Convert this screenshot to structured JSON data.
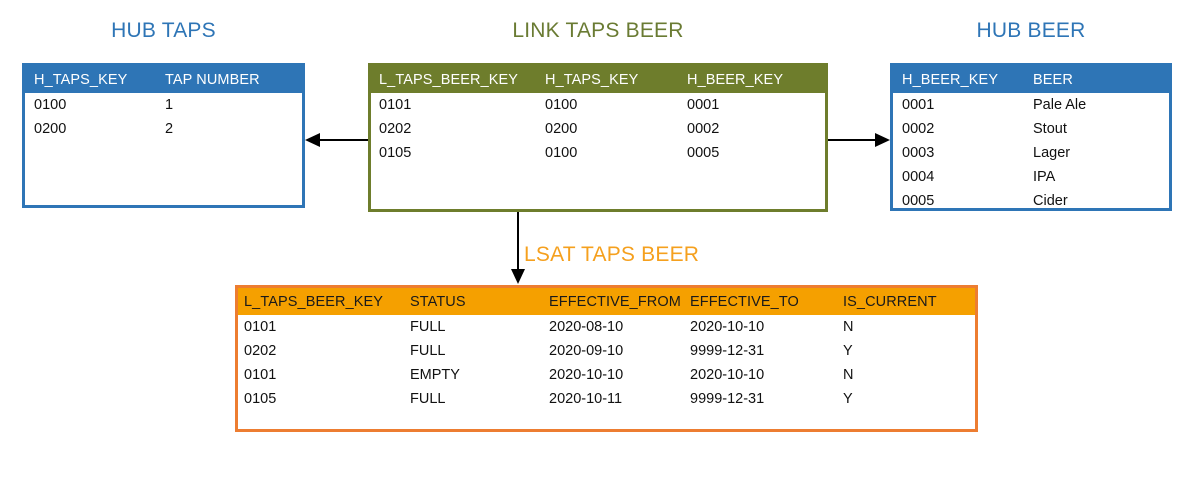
{
  "diagram": {
    "type": "data-vault-model",
    "entities": [
      {
        "id": "hub-taps",
        "title": "HUB TAPS",
        "kind": "hub",
        "accent": "#2E75B6",
        "columns": [
          "H_TAPS_KEY",
          "TAP NUMBER"
        ],
        "rows": [
          [
            "0100",
            "1"
          ],
          [
            "0200",
            "2"
          ]
        ]
      },
      {
        "id": "link-taps-beer",
        "title": "LINK TAPS BEER",
        "kind": "link",
        "accent": "#6E7D2C",
        "columns": [
          "L_TAPS_BEER_KEY",
          "H_TAPS_KEY",
          "H_BEER_KEY"
        ],
        "rows": [
          [
            "0101",
            "0100",
            "0001"
          ],
          [
            "0202",
            "0200",
            "0002"
          ],
          [
            "0105",
            "0100",
            "0005"
          ]
        ]
      },
      {
        "id": "hub-beer",
        "title": "HUB BEER",
        "kind": "hub",
        "accent": "#2E75B6",
        "columns": [
          "H_BEER_KEY",
          "BEER"
        ],
        "rows": [
          [
            "0001",
            "Pale Ale"
          ],
          [
            "0002",
            "Stout"
          ],
          [
            "0003",
            "Lager"
          ],
          [
            "0004",
            "IPA"
          ],
          [
            "0005",
            "Cider"
          ]
        ]
      },
      {
        "id": "lsat-taps-beer",
        "title": "LSAT TAPS BEER",
        "kind": "satellite",
        "accent": "#ED7D31",
        "header_fill": "#F5A000",
        "columns": [
          "L_TAPS_BEER_KEY",
          "STATUS",
          "EFFECTIVE_FROM",
          "EFFECTIVE_TO",
          "IS_CURRENT"
        ],
        "rows": [
          [
            "0101",
            "FULL",
            "2020-08-10",
            "2020-10-10",
            "N"
          ],
          [
            "0202",
            "FULL",
            "2020-09-10",
            "9999-12-31",
            "Y"
          ],
          [
            "0101",
            "EMPTY",
            "2020-10-10",
            "2020-10-10",
            "N"
          ],
          [
            "0105",
            "FULL",
            "2020-10-11",
            "9999-12-31",
            "Y"
          ]
        ]
      }
    ],
    "connectors": [
      {
        "id": "link-to-hub-taps",
        "from": "link-taps-beer",
        "to": "hub-taps",
        "direction": "left"
      },
      {
        "id": "link-to-hub-beer",
        "from": "link-taps-beer",
        "to": "hub-beer",
        "direction": "right"
      },
      {
        "id": "link-to-lsat",
        "from": "link-taps-beer",
        "to": "lsat-taps-beer",
        "direction": "down"
      }
    ]
  }
}
